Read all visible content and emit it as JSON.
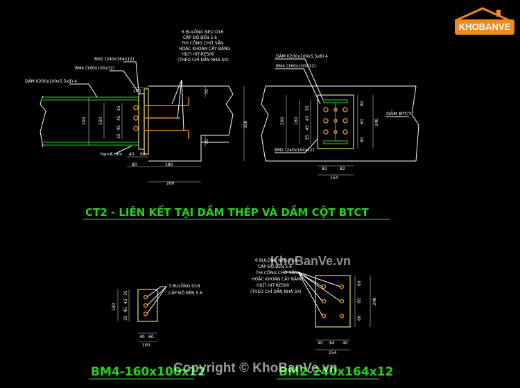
{
  "brand": {
    "name": "KHOBANVE",
    "accent": "#f08a1d"
  },
  "watermarks": {
    "center": "KhoBanVe.vn",
    "bottom": "Copyright © KhoBanVe.vn"
  },
  "colors": {
    "dim_text": "#ffffff",
    "title_green": "#21d418",
    "plate": "#e6d96a",
    "bolt": "#d98a2b",
    "line_green": "#2fd62f"
  },
  "main_title": "CT2 - LIÊN KẾT TẠI DẦM THÉP VÀ DẦM CỘT BTCT",
  "detail_left": {
    "notes": {
      "bolt_note_1": "6 BULÔNG NEO D16",
      "bolt_note_2": "CẤP ĐỘ BỀN 5.6",
      "bolt_note_3": "THI CÔNG CHỜ SẴN",
      "bolt_note_4": "HOẶC KHOAN CẤY BẰNG",
      "bolt_note_5": "HILTI HIT-RE500",
      "bolt_note_6": "(THEO CHỈ DẪN NHÀ SX)",
      "bm2": "BM2 (240x164x12)",
      "bm4": "BM4 (160x100x12)",
      "beam": "DẦM I(200x100x5.5x8) 4",
      "weld": "hw=8 mm"
    },
    "dims": {
      "d100": "100",
      "d200h": "200",
      "d160": "160",
      "d35a": "35",
      "d45a": "45",
      "d45b": "45",
      "d35b": "35",
      "d40": "40",
      "d60": "60",
      "d80": "80",
      "d180": "180",
      "d200": "200",
      "d350": "350",
      "d70a": "70",
      "d70b": "70"
    }
  },
  "detail_right": {
    "notes": {
      "beam": "DẦM I(200x100x5.5x8) 4",
      "bm4": "BM4 (160x100x12)",
      "bm2": "BM2 (240x164x12)",
      "beam_label": "DẦM BTCT"
    },
    "dims": {
      "d200": "200",
      "d160": "160",
      "d35a": "35",
      "d45a": "45",
      "d45b": "45",
      "d35b": "35",
      "d60a": "60",
      "d60b": "60",
      "d60c": "60",
      "d240": "240",
      "d82a": "82",
      "d82b": "82",
      "d154": "154"
    }
  },
  "bm4_detail": {
    "note_1": "3 BULÔNG D18",
    "note_2": "CẤP ĐỘ BỀN 5.6",
    "dims": {
      "d160": "160",
      "d35a": "35",
      "d45a": "45",
      "d45b": "45",
      "d35b": "35",
      "d40": "40",
      "d60": "60",
      "d100": "100"
    },
    "title": "BM4-160x100x12"
  },
  "bm2_detail": {
    "note_1": "6 BULÔNG NEO D16",
    "note_2": "CẤP ĐỘ BỀN 5.6",
    "note_3": "THI CÔNG CHỜ SẴN",
    "note_4": "HOẶC KHOAN CẤY BẰNG",
    "note_5": "HILTI HIT-RE500",
    "note_6": "(THEO CHỈ DẪN NHÀ SX)",
    "dims": {
      "d60a": "60",
      "d60b": "60",
      "d60c": "60",
      "d240": "240",
      "d40a": "40",
      "d84": "84",
      "d40b": "40",
      "d154": "154"
    },
    "title": "BM2-240x164x12"
  }
}
